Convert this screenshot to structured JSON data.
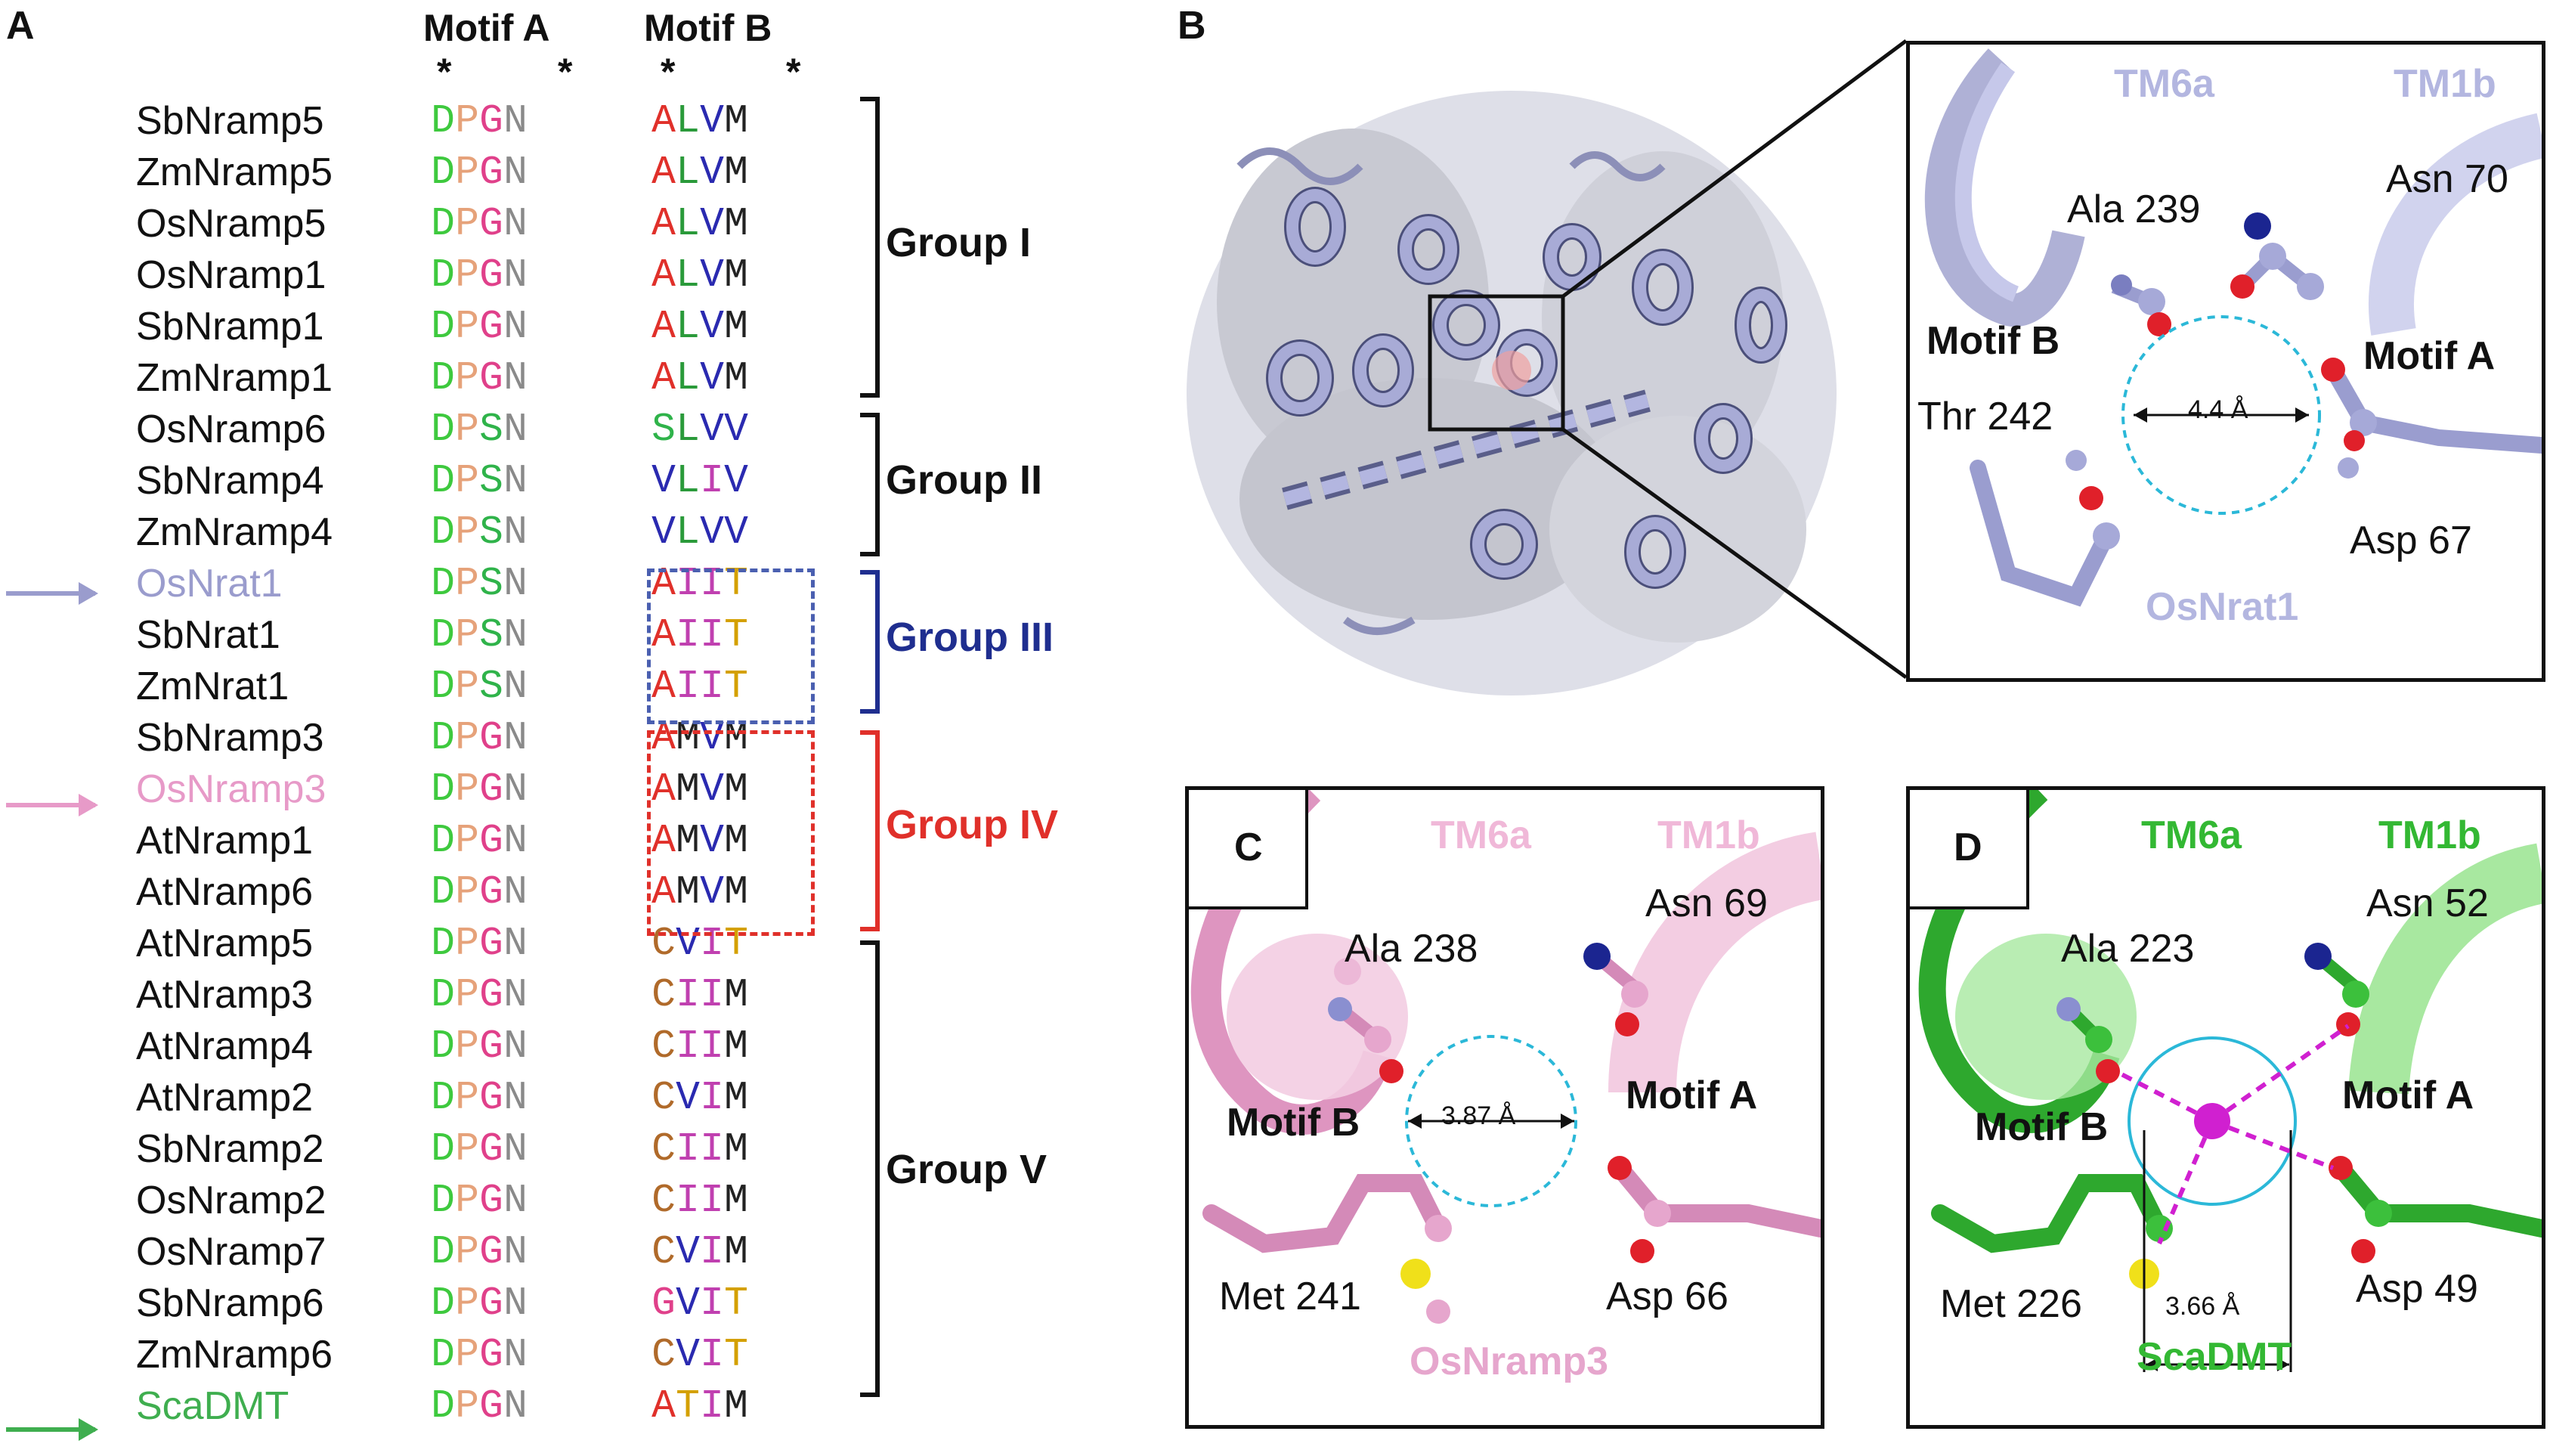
{
  "panels": {
    "a": "A",
    "b": "B",
    "c": "C",
    "d": "D"
  },
  "alignment": {
    "motif_a_header": "Motif A",
    "motif_b_header": "Motif B",
    "conserved_marker": "*",
    "residue_colors": {
      "D": "#3ec93e",
      "P": "#e6a27a",
      "G": "#e0408a",
      "S": "#2fb34a",
      "N": "#8a8a8a",
      "A": "#e0302a",
      "L": "#2a9a3a",
      "V": "#2a2ab0",
      "M": "#222222",
      "I": "#c040b0",
      "T": "#d4a000",
      "C": "#b06a2a"
    },
    "rows": [
      {
        "name": "SbNramp5",
        "motif_a": "DPGN",
        "motif_b": "ALVM"
      },
      {
        "name": "ZmNramp5",
        "motif_a": "DPGN",
        "motif_b": "ALVM"
      },
      {
        "name": "OsNramp5",
        "motif_a": "DPGN",
        "motif_b": "ALVM"
      },
      {
        "name": "OsNramp1",
        "motif_a": "DPGN",
        "motif_b": "ALVM"
      },
      {
        "name": "SbNramp1",
        "motif_a": "DPGN",
        "motif_b": "ALVM"
      },
      {
        "name": "ZmNramp1",
        "motif_a": "DPGN",
        "motif_b": "ALVM"
      },
      {
        "name": "OsNramp6",
        "motif_a": "DPSN",
        "motif_b": "SLVV"
      },
      {
        "name": "SbNramp4",
        "motif_a": "DPSN",
        "motif_b": "VLIV"
      },
      {
        "name": "ZmNramp4",
        "motif_a": "DPSN",
        "motif_b": "VLVV"
      },
      {
        "name": "OsNrat1",
        "motif_a": "DPSN",
        "motif_b": "AIIT",
        "highlight": "#9a9ccd"
      },
      {
        "name": "SbNrat1",
        "motif_a": "DPSN",
        "motif_b": "AIIT"
      },
      {
        "name": "ZmNrat1",
        "motif_a": "DPSN",
        "motif_b": "AIIT"
      },
      {
        "name": "SbNramp3",
        "motif_a": "DPGN",
        "motif_b": "AMVM"
      },
      {
        "name": "OsNramp3",
        "motif_a": "DPGN",
        "motif_b": "AMVM",
        "highlight": "#e79ac8"
      },
      {
        "name": "AtNramp1",
        "motif_a": "DPGN",
        "motif_b": "AMVM"
      },
      {
        "name": "AtNramp6",
        "motif_a": "DPGN",
        "motif_b": "AMVM"
      },
      {
        "name": "AtNramp5",
        "motif_a": "DPGN",
        "motif_b": "CVIT"
      },
      {
        "name": "AtNramp3",
        "motif_a": "DPGN",
        "motif_b": "CIIM"
      },
      {
        "name": "AtNramp4",
        "motif_a": "DPGN",
        "motif_b": "CIIM"
      },
      {
        "name": "AtNramp2",
        "motif_a": "DPGN",
        "motif_b": "CVIM"
      },
      {
        "name": "SbNramp2",
        "motif_a": "DPGN",
        "motif_b": "CIIM"
      },
      {
        "name": "OsNramp2",
        "motif_a": "DPGN",
        "motif_b": "CIIM"
      },
      {
        "name": "OsNramp7",
        "motif_a": "DPGN",
        "motif_b": "CVIM"
      },
      {
        "name": "SbNramp6",
        "motif_a": "DPGN",
        "motif_b": "GVIT"
      },
      {
        "name": "ZmNramp6",
        "motif_a": "DPGN",
        "motif_b": "CVIT"
      },
      {
        "name": "ScaDMT",
        "motif_a": "DPGN",
        "motif_b": "ATIM",
        "highlight": "#3fae4f"
      }
    ],
    "groups": [
      {
        "label": "Group I",
        "color": "#111111"
      },
      {
        "label": "Group II",
        "color": "#111111"
      },
      {
        "label": "Group III",
        "color": "#1f2e8f"
      },
      {
        "label": "Group IV",
        "color": "#e0302a"
      },
      {
        "label": "Group V",
        "color": "#111111"
      }
    ]
  },
  "panel_b": {
    "tm6a": "TM6a",
    "tm1b": "TM1b",
    "ala": "Ala 239",
    "asn": "Asn 70",
    "motif_b": "Motif B",
    "motif_a": "Motif A",
    "thr": "Thr 242",
    "distance": "4.4 Å",
    "asp": "Asp 67",
    "protein": "OsNrat1",
    "color": "#b3b6e0"
  },
  "panel_c": {
    "tm6a": "TM6a",
    "tm1b": "TM1b",
    "ala": "Ala 238",
    "asn": "Asn 69",
    "motif_b": "Motif B",
    "motif_a": "Motif A",
    "met": "Met 241",
    "distance": "3.87 Å",
    "asp": "Asp 66",
    "protein": "OsNramp3",
    "color": "#e6a6cd"
  },
  "panel_d": {
    "tm6a": "TM6a",
    "tm1b": "TM1b",
    "ala": "Ala 223",
    "asn": "Asn 52",
    "motif_b": "Motif B",
    "motif_a": "Motif A",
    "met": "Met 226",
    "distance": "3.66 Å",
    "asp": "Asp 49",
    "protein": "ScaDMT",
    "color": "#33b833"
  }
}
